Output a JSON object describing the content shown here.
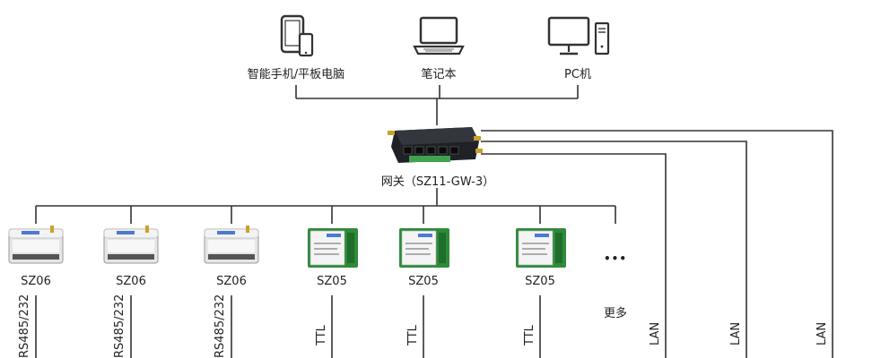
{
  "top_devices": {
    "phone_tablet": "智能手机/平板电脑",
    "laptop": "笔记本",
    "pc": "PC机"
  },
  "gateway": {
    "label": "网关（SZ11-GW-3）"
  },
  "nodes": {
    "sz06_1": "SZ06",
    "sz06_2": "SZ06",
    "sz06_3": "SZ06",
    "sz05_1": "SZ05",
    "sz05_2": "SZ05",
    "sz05_3": "SZ05",
    "more_dots": "•••",
    "more": "更多"
  },
  "links": {
    "rs485_1": "RS485/232",
    "rs485_2": "RS485/232",
    "rs485_3": "RS485/232",
    "ttl_1": "TTL",
    "ttl_2": "TTL",
    "ttl_3": "TTL",
    "lan_1": "LAN",
    "lan_2": "LAN",
    "lan_3": "LAN"
  },
  "colors": {
    "line": "#333333",
    "module_green": "#2e8b3a",
    "device_grey": "#d9d9d9"
  }
}
